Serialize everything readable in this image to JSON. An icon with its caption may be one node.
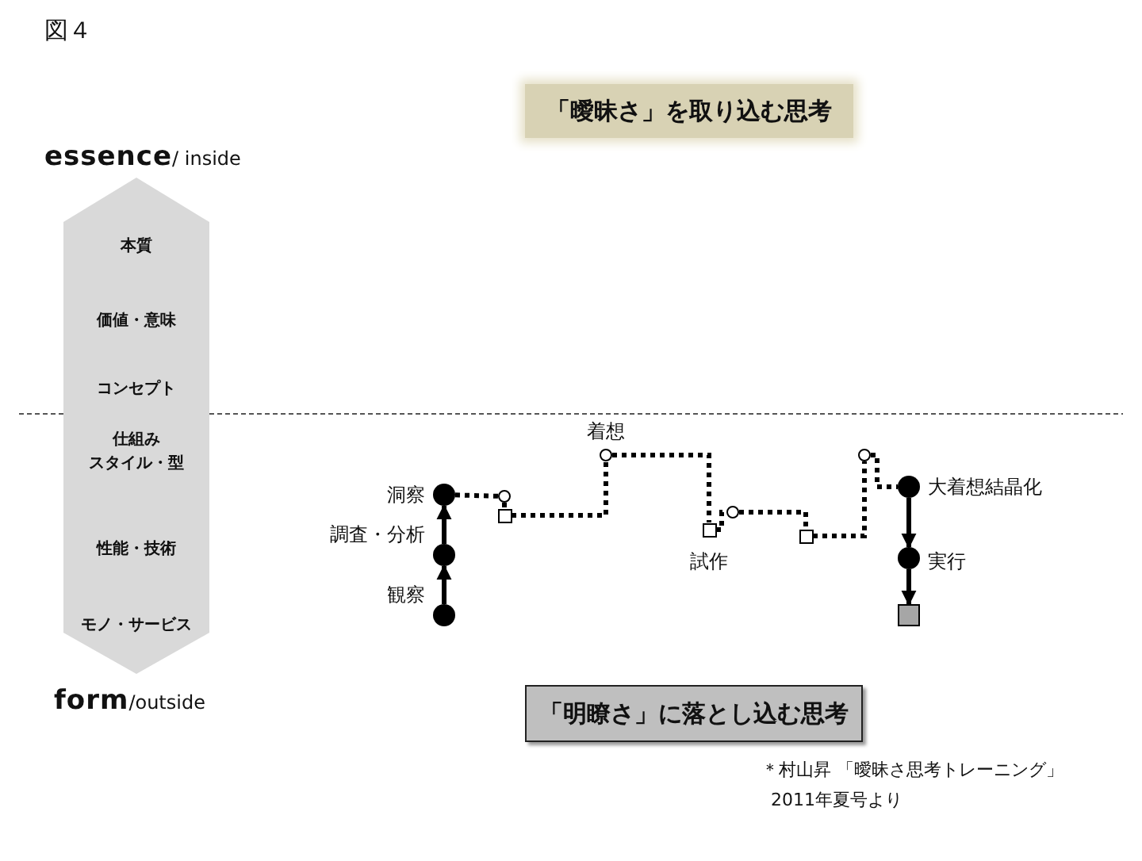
{
  "diagram": {
    "nodes": [
      {
        "text": [
          "本質",
          "価値・意味",
          "コンセプト",
          "仕組み",
          "スタイル・型",
          "性能・技術",
          "モノ・サービス"
        ]
      },
      {
        "text": [
          "「曖昧さ」を取り込む思考"
        ]
      },
      {
        "text": [
          "「明瞭さ」に落とし込む思考"
        ]
      },
      {
        "text": [],
        "shape": "dot",
        "beside": [
          "洞察"
        ]
      },
      {
        "text": [],
        "shape": "dot"
      },
      {
        "text": [],
        "shape": "dot"
      },
      {
        "text": [],
        "shape": "circle"
      },
      {
        "text": [],
        "shape": "box"
      },
      {
        "text": [],
        "shape": "circle",
        "beside": [
          "着想"
        ]
      },
      {
        "text": [],
        "shape": "box",
        "beside": [
          "試作"
        ]
      },
      {
        "text": [],
        "shape": "circle"
      },
      {
        "text": [],
        "shape": "box"
      },
      {
        "text": [],
        "shape": "circle"
      },
      {
        "text": [],
        "shape": "dot",
        "beside": [
          "大着想結晶化"
        ]
      },
      {
        "text": [],
        "shape": "dot",
        "beside": [
          "実行"
        ]
      },
      {
        "text": [],
        "shape": "square"
      }
    ],
    "edges": [
      {
        "from": 5,
        "to": 4,
        "arrow": "to",
        "label": "観察"
      },
      {
        "from": 4,
        "to": 3,
        "arrow": "to",
        "label": "調査・分析"
      },
      {
        "from": 3,
        "to": 6,
        "arrow": "none",
        "style": "dashed"
      },
      {
        "from": 6,
        "to": 7,
        "arrow": "none",
        "style": "dashed"
      },
      {
        "from": 7,
        "to": 8,
        "arrow": "none",
        "style": "dashed"
      },
      {
        "from": 8,
        "to": 9,
        "arrow": "none",
        "style": "dashed"
      },
      {
        "from": 9,
        "to": 10,
        "arrow": "none",
        "style": "dashed"
      },
      {
        "from": 10,
        "to": 11,
        "arrow": "none",
        "style": "dashed"
      },
      {
        "from": 11,
        "to": 12,
        "arrow": "none",
        "style": "dashed"
      },
      {
        "from": 12,
        "to": 13,
        "arrow": "none",
        "style": "dashed"
      },
      {
        "from": 13,
        "to": 14,
        "arrow": "to"
      },
      {
        "from": 14,
        "to": 15,
        "arrow": "to"
      }
    ],
    "labels": [
      "図４",
      "**essence**/ inside",
      "**form**/outside",
      "＊村山昇 「曖昧さ思考トレーニング」",
      "2011年夏号より"
    ]
  }
}
